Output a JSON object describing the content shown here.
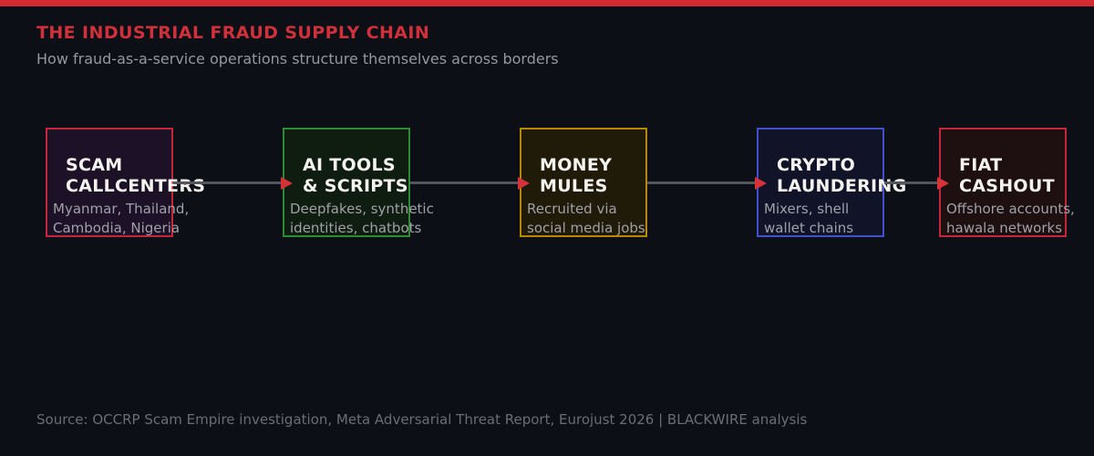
{
  "header": {
    "title": "THE INDUSTRIAL FRAUD SUPPLY CHAIN",
    "subtitle": "How fraud-as-a-service operations structure themselves across borders"
  },
  "chain": {
    "stages": [
      {
        "title_lines": [
          "SCAM",
          "CALLCENTERS"
        ],
        "detail_lines": [
          "Myanmar, Thailand,",
          "Cambodia, Nigeria"
        ],
        "border_color": "#c5273a",
        "bg_color": "#1c1127"
      },
      {
        "title_lines": [
          "AI TOOLS",
          "& SCRIPTS"
        ],
        "detail_lines": [
          "Deepfakes, synthetic",
          "identities, chatbots"
        ],
        "border_color": "#2e8b33",
        "bg_color": "#0f1d11"
      },
      {
        "title_lines": [
          "MONEY",
          "MULES"
        ],
        "detail_lines": [
          "Recruited via",
          "social media jobs"
        ],
        "border_color": "#b8860b",
        "bg_color": "#201a08"
      },
      {
        "title_lines": [
          "CRYPTO",
          "LAUNDERING"
        ],
        "detail_lines": [
          "Mixers, shell",
          "wallet chains"
        ],
        "border_color": "#4150cf",
        "bg_color": "#111329"
      },
      {
        "title_lines": [
          "FIAT",
          "CASHOUT"
        ],
        "detail_lines": [
          "Offshore accounts,",
          "hawala networks"
        ],
        "border_color": "#c5273a",
        "bg_color": "#1e1010"
      }
    ]
  },
  "footer": {
    "source": "Source: OCCRP Scam Empire investigation, Meta Adversarial Threat Report, Eurojust 2026 | BLACKWIRE analysis"
  },
  "colors": {
    "background": "#0d0f16",
    "top_bar": "#d22c30",
    "title_red": "#d0303a",
    "subtitle_gray": "#96969f",
    "heading_white": "#f5f3ef",
    "detail_gray": "#a0a0a8",
    "connector_line": "#55555e",
    "arrowhead_red": "#d7323a",
    "source_gray": "#6a6d77"
  }
}
